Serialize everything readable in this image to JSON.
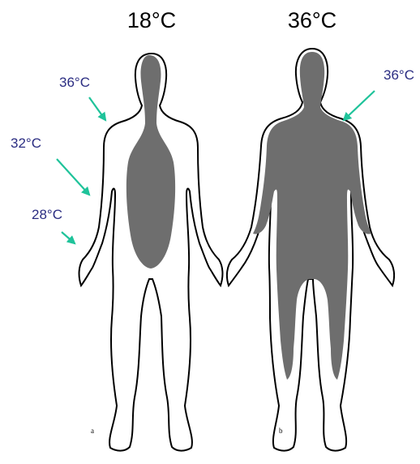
{
  "colors": {
    "core": "#6e6e6e",
    "outline": "#000000",
    "label_text": "#2b2d82",
    "arrow": "#1fc39a",
    "skin": "#ffffff"
  },
  "figure_a": {
    "title": "18°C",
    "panel_letter": "a",
    "annotations": [
      {
        "text": "36°C"
      },
      {
        "text": "32°C"
      },
      {
        "text": "28°C"
      }
    ]
  },
  "figure_b": {
    "title": "36°C",
    "panel_letter": "b",
    "annotations": [
      {
        "text": "36°C"
      }
    ]
  }
}
